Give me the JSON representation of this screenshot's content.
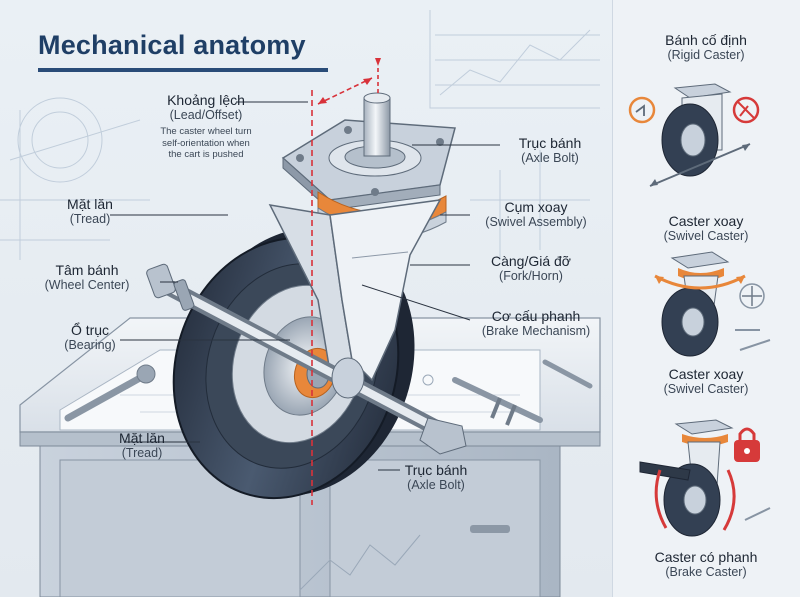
{
  "title": "Mechanical anatomy",
  "labels": {
    "offset": {
      "vi": "Khoảng lệch",
      "en": "(Lead/Offset)",
      "note": [
        "The caster wheel turn",
        "self-orientation when",
        "the cart is pushed"
      ]
    },
    "tread_top": {
      "vi": "Mặt lăn",
      "en": "(Tread)"
    },
    "wheel_center": {
      "vi": "Tâm bánh",
      "en": "(Wheel Center)"
    },
    "bearing": {
      "vi": "Ổ trục",
      "en": "(Bearing)"
    },
    "tread_bottom": {
      "vi": "Mặt lăn",
      "en": "(Tread)"
    },
    "axle_top": {
      "vi": "Trục bánh",
      "en": "(Axle Bolt)"
    },
    "swivel": {
      "vi": "Cụm xoay",
      "en": "(Swivel Assembly)"
    },
    "fork": {
      "vi": "Càng/Giá đỡ",
      "en": "(Fork/Horn)"
    },
    "brake": {
      "vi": "Cơ cấu phanh",
      "en": "(Brake Mechanism)"
    },
    "axle_bottom": {
      "vi": "Trục bánh",
      "en": "(Axle Bolt)"
    }
  },
  "sidebar": [
    {
      "vi": "Bánh cố định",
      "en": "(Rigid Caster)",
      "icon": "rigid-caster-icon"
    },
    {
      "vi": "Caster xoay",
      "en": "(Swivel Caster)",
      "icon": "swivel-caster-icon"
    },
    {
      "vi": "Caster xoay",
      "en": "(Swivel Caster)",
      "icon": "swivel-caster-icon"
    },
    {
      "vi": "Caster có phanh",
      "en": "(Brake Caster)",
      "icon": "brake-caster-icon"
    }
  ],
  "colors": {
    "accent": "#e8873a",
    "title": "#1f3f66",
    "offset_line": "#d8323a",
    "lock": "#d63a3a"
  }
}
